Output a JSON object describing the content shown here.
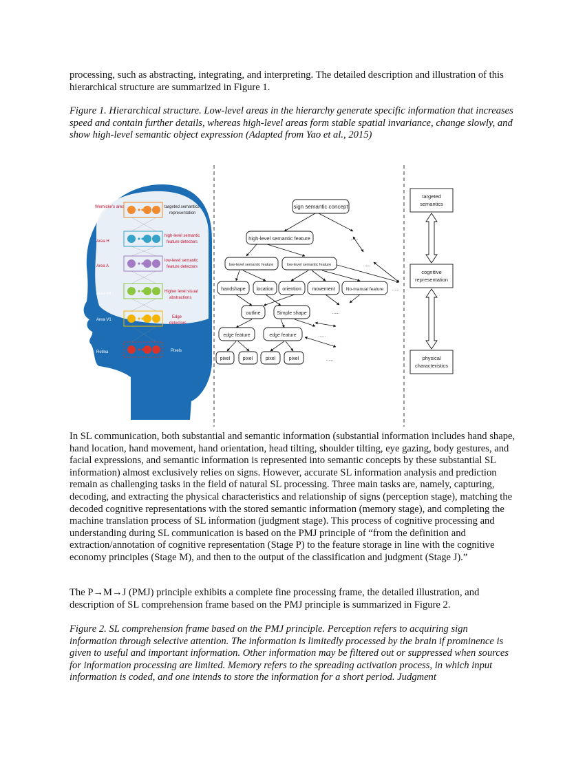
{
  "page": {
    "para1": "processing, such as abstracting, integrating, and interpreting. The detailed description and illustration of this hierarchical structure are summarized in Figure 1.",
    "caption1": "Figure 1. Hierarchical structure. Low-level areas in the hierarchy generate specific information that increases speed and contain further details, whereas high-level areas form stable spatial invariance, change slowly, and show high-level semantic object expression (Adapted from Yao et al., 2015)",
    "para2": "In SL communication, both substantial and semantic information (substantial information includes hand shape, hand location, hand movement, hand orientation, head tilting, shoulder tilting, eye gazing, body gestures, and facial expressions, and semantic information is represented into semantic concepts by these substantial SL information) almost exclusively relies on signs. However, accurate SL information analysis and prediction remain as challenging tasks in the field of natural SL processing. Three main tasks are, namely, capturing, decoding, and extracting the physical characteristics and relationship of signs (perception stage), matching the decoded cognitive representations with the stored semantic information (memory stage), and completing the machine translation process of SL information (judgment stage). This process of cognitive processing and understanding during SL communication is based on the PMJ principle of  “from the definition and extraction/annotation of cognitive representation (Stage P) to the feature storage in line with the cognitive economy principles (Stage M), and then to the output of the classification and judgment (Stage J).”",
    "para3": "The P→M→J (PMJ) principle exhibits a complete fine processing frame, the detailed illustration, and description of SL comprehension frame based on the PMJ principle is summarized in Figure 2.",
    "caption2": "Figure 2. SL comprehension frame based on the PMJ principle. Perception refers to acquiring sign information through selective attention. The information is limitedly processed by the brain if prominence is given to useful and important information. Other information may be filtered out or suppressed when sources for information processing are limited. Memory refers to the spreading activation process, in which input information is coded, and one intends to store the information for a short period. Judgment"
  },
  "figure": {
    "brain_levels": [
      {
        "area": "Wernicke's area",
        "desc_1": "targeted semantics",
        "desc_2": "representation",
        "color": "#f08a2c"
      },
      {
        "area": "Area H",
        "desc_1": "high-level semantic",
        "desc_2": "feature detectors",
        "color": "#35a3c8"
      },
      {
        "area": "Area A",
        "desc_1": "low-level semantic",
        "desc_2": "feature detectors",
        "color": "#a27bc4"
      },
      {
        "area": "Area V4",
        "desc_1": "Higher level visual",
        "desc_2": "abstractions",
        "color": "#8cc63f"
      },
      {
        "area": "Area V1",
        "desc_1": "Edge",
        "desc_2": "detectors",
        "color": "#f4b400"
      },
      {
        "area": "Retina",
        "desc_1": "Pixels",
        "desc_2": "",
        "color": "#d9342b"
      }
    ],
    "tree": {
      "root": "sign semantic concept",
      "high": "high-level semantic feature",
      "low_1": "low-level semantic feature",
      "low_2": "low-level semantic feature",
      "features": [
        "handshape",
        "location",
        "oriention",
        "movement",
        "No-manual feature"
      ],
      "shapes": [
        "outline",
        "Simple shape"
      ],
      "edges": [
        "edge feature",
        "edge feature"
      ],
      "pixels": [
        "pixel",
        "pixel",
        "pixel",
        "pixel"
      ],
      "ellipsis": "......"
    },
    "stages": {
      "top_1": "targeted",
      "top_2": "semantics",
      "mid_1": "cognitive",
      "mid_2": "representation",
      "bot_1": "physical",
      "bot_2": "characteristics"
    }
  }
}
